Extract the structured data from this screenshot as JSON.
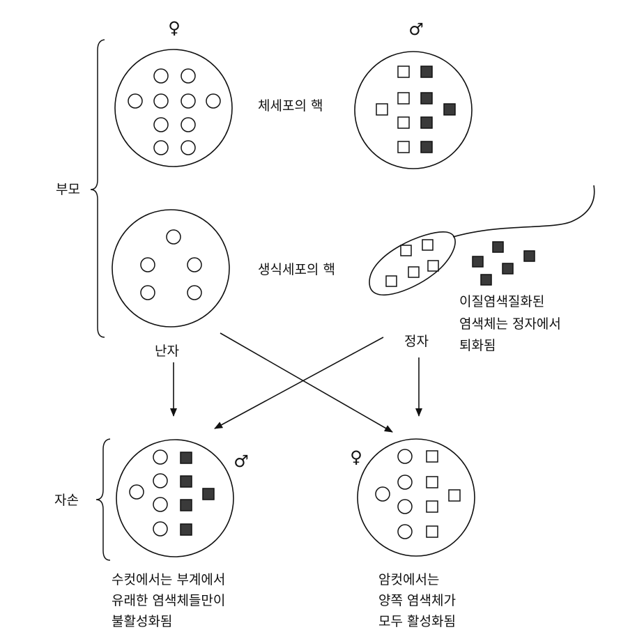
{
  "symbols": {
    "female": "♀",
    "male": "♂"
  },
  "labels": {
    "parents": "부모",
    "offspring": "자손",
    "somatic_nucleus": "체세포의 핵",
    "germ_nucleus": "생식세포의 핵",
    "egg": "난자",
    "sperm": "정자",
    "degraded_note": [
      "이질염색질화된",
      "염색체는 정자에서",
      "퇴화됨"
    ],
    "male_offspring_note": [
      "수컷에서는 부계에서",
      "유래한 염색체들만이",
      "불활성화됨"
    ],
    "female_offspring_note": [
      "암컷에서는",
      "양쪽 염색체가",
      "모두 활성화됨"
    ]
  },
  "legend": {
    "maternal_chromosome": "circle",
    "paternal_chromosome": "open-square",
    "heterochromatic_paternal_chromosome": "filled-square"
  },
  "colors": {
    "ink": "#111111",
    "filled_square": "#3a3a3a",
    "background": "#ffffff"
  }
}
